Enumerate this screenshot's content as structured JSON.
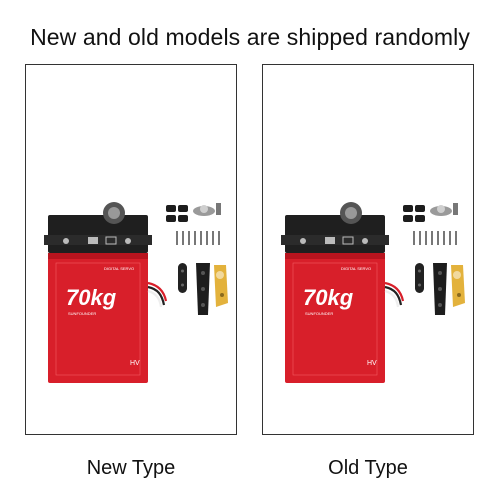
{
  "headline": "New and old models are shipped randomly",
  "panels": [
    {
      "caption": "New Type",
      "product": {
        "torque_text": "70kg",
        "brand_text": "SUNFOUNDER",
        "mode_text": "HV",
        "small_text": "DIGITAL SERVO"
      }
    },
    {
      "caption": "Old Type",
      "product": {
        "torque_text": "70kg",
        "brand_text": "SUNFOUNDER",
        "mode_text": "HV",
        "small_text": "DIGITAL SERVO"
      }
    }
  ],
  "colors": {
    "servo_red": "#d81f2a",
    "servo_dark": "#1c1c1c",
    "horn_gold": "#e3b23c",
    "frame": "#333333"
  }
}
